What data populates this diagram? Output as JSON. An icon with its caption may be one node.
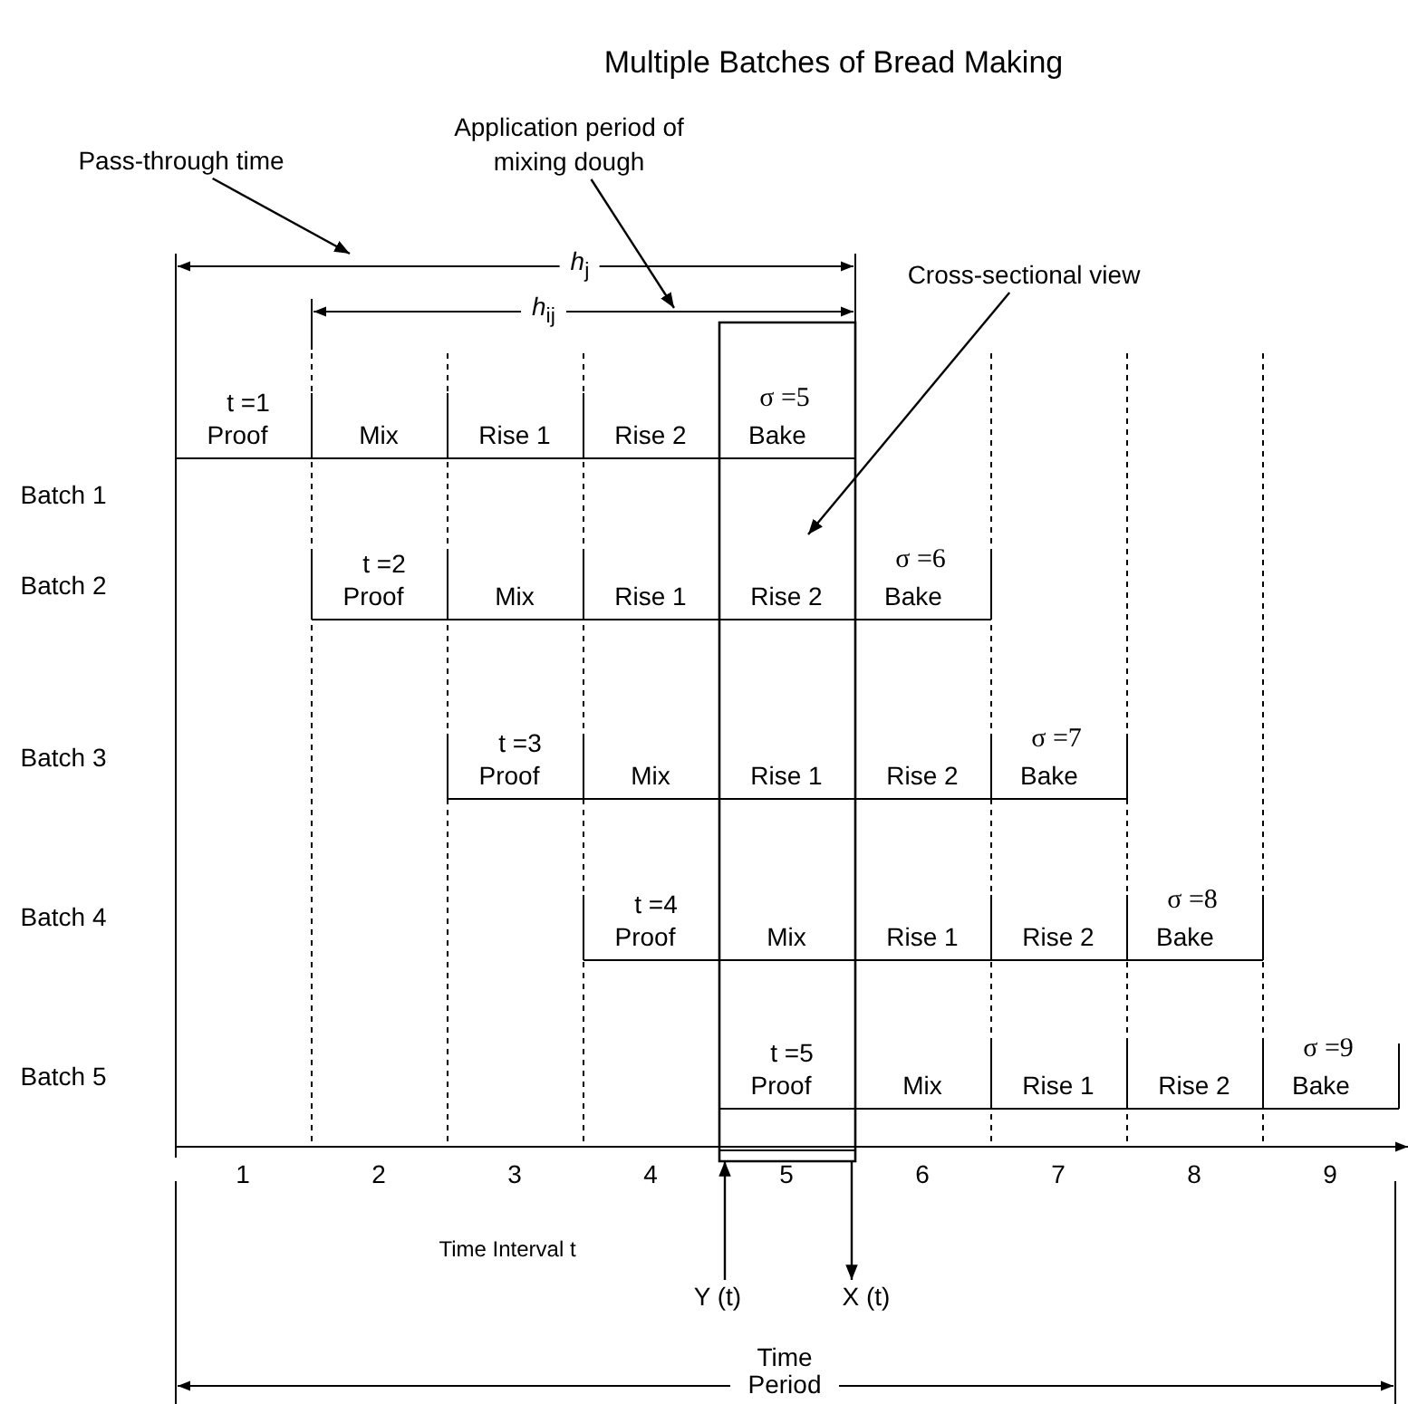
{
  "diagram": {
    "title": "Multiple Batches of Bread Making",
    "nodes": [
      {
        "text": [
          "Pass-through time"
        ]
      },
      {
        "text": [
          "Application period of mixing dough"
        ]
      },
      {
        "text": [
          "Cross-sectional view"
        ]
      },
      {
        "text": [
          "Y (t)"
        ]
      },
      {
        "text": [
          "X (t)"
        ]
      },
      {
        "text": [],
        "shape": "box"
      }
    ],
    "edges": [
      {
        "from": 0,
        "to": null,
        "arrow": "to"
      },
      {
        "from": 1,
        "to": null,
        "arrow": "to"
      },
      {
        "from": 2,
        "to": 5,
        "arrow": "to"
      },
      {
        "from": 3,
        "to": 5,
        "arrow": "to"
      },
      {
        "from": 5,
        "to": 4,
        "arrow": "to"
      }
    ],
    "labels": [
      "*h*$_{j}$",
      "*h*$_{ij}$",
      "Batch 1",
      "t =1",
      "Proof",
      "Mix",
      "Rise 1",
      "Rise 2",
      "σ =5",
      "Bake",
      "Batch 2",
      "t =2",
      "Proof",
      "Mix",
      "Rise 1",
      "Rise 2",
      "σ =6",
      "Bake",
      "Batch 3",
      "t =3",
      "Proof",
      "Mix",
      "Rise 1",
      "Rise 2",
      "σ =7",
      "Bake",
      "Batch 4",
      "t =4",
      "Proof",
      "Mix",
      "Rise 1",
      "Rise 2",
      "σ =8",
      "Bake",
      "Batch 5",
      "t =5",
      "Proof",
      "Mix",
      "Rise 1",
      "Rise 2",
      "σ =9",
      "Bake",
      "1",
      "2",
      "3",
      "4",
      "5",
      "6",
      "7",
      "8",
      "9",
      "Time Interval t",
      "Time Period"
    ]
  }
}
